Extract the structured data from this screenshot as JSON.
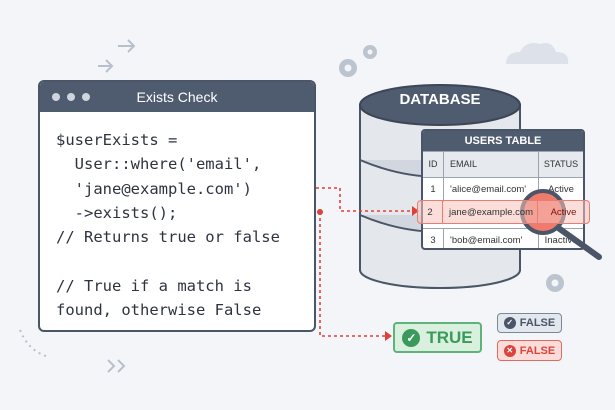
{
  "window": {
    "title": "Exists Check",
    "code": [
      "$userExists =",
      "  User::where('email',",
      "  'jane@example.com')",
      "  ->exists();",
      "// Returns true or false",
      "",
      "// True if a match is",
      "found, otherwise False"
    ]
  },
  "database": {
    "label": "DATABASE"
  },
  "table": {
    "title": "USERS TABLE",
    "columns": [
      "ID",
      "EMAIL",
      "STATUS"
    ],
    "rows": [
      [
        "1",
        "'alice@email.com'",
        "Active"
      ],
      [
        "2",
        "jane@example.com",
        "Active"
      ],
      [
        "3",
        "'bob@email.com'",
        "Inactive"
      ]
    ],
    "highlighted_row": 2
  },
  "results": {
    "true_label": "TRUE",
    "false_label_1": "FALSE",
    "false_label_2": "FALSE"
  },
  "colors": {
    "dark": "#4f5b6e",
    "highlight": "#f2938a",
    "true": "#3a9a5b",
    "false": "#d9443c",
    "arrow": "#e0403a"
  }
}
